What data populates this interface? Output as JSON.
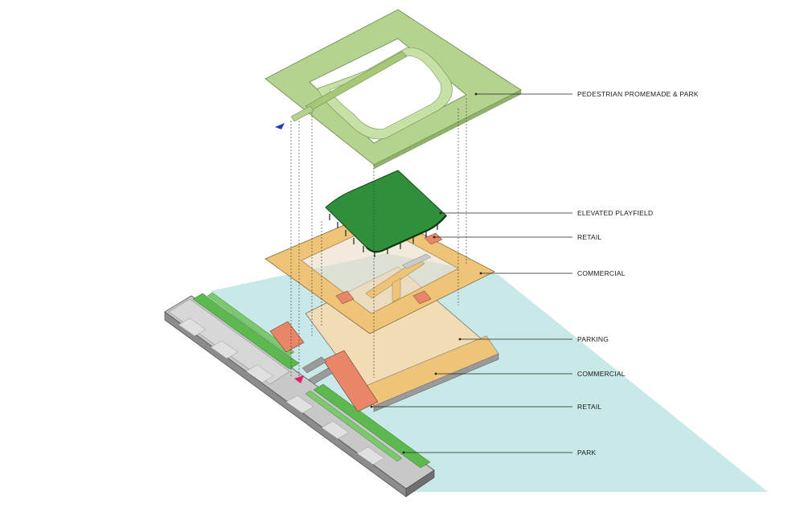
{
  "labels": {
    "pedestrian_promenade": "PEDESTRIAN PROMEMADE & PARK",
    "elevated_playfield": "ELEVATED PLAYFIELD",
    "retail_upper": "RETAIL",
    "commercial_upper": "COMMERCIAL",
    "parking": "PARKING",
    "commercial_lower": "COMMERCIAL",
    "retail_lower": "RETAIL",
    "park": "PARK"
  },
  "colors": {
    "promenade": "#b5d38f",
    "promenade_edge": "#8fb36a",
    "playfield": "#2f8f3a",
    "commercial": "#eec478",
    "retail": "#e9866a",
    "parking": "#f1dcb6",
    "park": "#bfe4e4",
    "road": "#b9b9b9",
    "median": "#5cb84f",
    "marker_blue": "#1f3fbf",
    "marker_pink": "#e0206a"
  }
}
